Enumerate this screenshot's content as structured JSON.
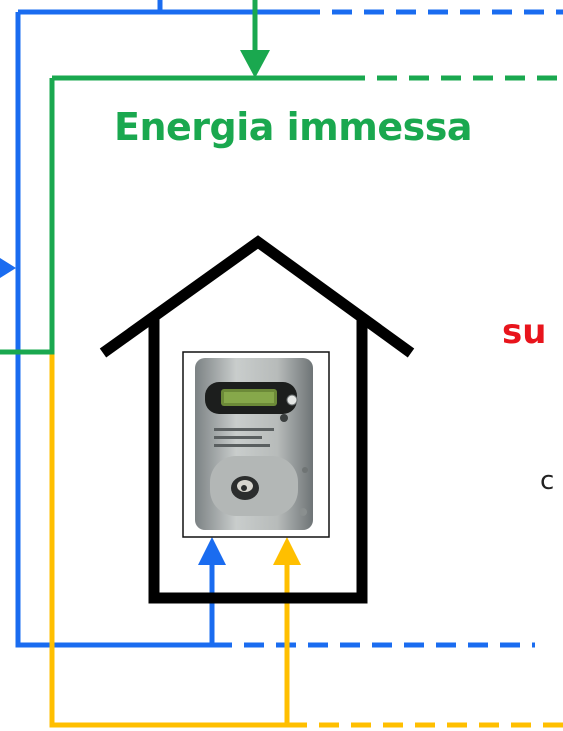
{
  "diagram": {
    "title": "Energia immessa",
    "fragment_red": "su",
    "fragment_black": "c"
  },
  "icons": {
    "house": "house-outline-icon",
    "meter": "electricity-meter-icon"
  },
  "colors": {
    "green": "#1aa84f",
    "blue": "#1a6cf0",
    "yellow": "#ffbf00",
    "red": "#e8141c",
    "black": "#000000"
  }
}
